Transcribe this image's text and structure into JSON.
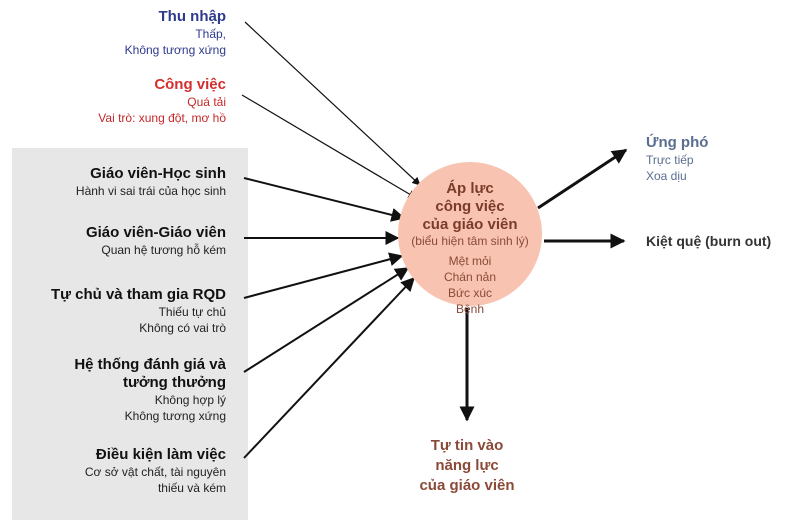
{
  "factors": [
    {
      "title": "Thu nhập",
      "sub": [
        "Thấp,",
        "Không tương xứng"
      ]
    },
    {
      "title": "Công việc",
      "sub": [
        "Quá tải",
        "Vai trò: xung đột, mơ hồ"
      ]
    },
    {
      "title": "Giáo viên-Học sinh",
      "sub": [
        "Hành vi sai trái của học sinh"
      ]
    },
    {
      "title": "Giáo viên-Giáo viên",
      "sub": [
        "Quan hệ tương hỗ kém"
      ]
    },
    {
      "title": "Tự chủ và tham gia RQD",
      "sub": [
        "Thiếu tự chủ",
        "Không có vai trò"
      ]
    },
    {
      "title": "Hệ thống đánh giá và",
      "title2": "tưởng thưởng",
      "sub": [
        "Không hợp lý",
        "Không tương xứng"
      ]
    },
    {
      "title": "Điều kiện làm việc",
      "sub": [
        "Cơ sở vật chất, tài nguyên",
        "thiếu và kém"
      ]
    }
  ],
  "center": {
    "title": [
      "Áp lực",
      "công việc",
      "của giáo viên"
    ],
    "subtitle": "(biểu hiện tâm sinh lý)",
    "symptoms": [
      "Mệt mỏi",
      "Chán nản",
      "Bức xúc",
      "Bệnh"
    ]
  },
  "outcomes": {
    "coping": {
      "title": "Ứng phó",
      "items": [
        "Trực tiếp",
        "Xoa dịu"
      ]
    },
    "burnout": "Kiệt quệ (burn out)",
    "confidence": [
      "Tự tin vào",
      "năng lực",
      "của giáo viên"
    ]
  },
  "colors": {
    "circle": "#f8c3b0",
    "panel": "#e7e7e7",
    "income": "#2e3a8c",
    "work": "#d32f2f"
  }
}
